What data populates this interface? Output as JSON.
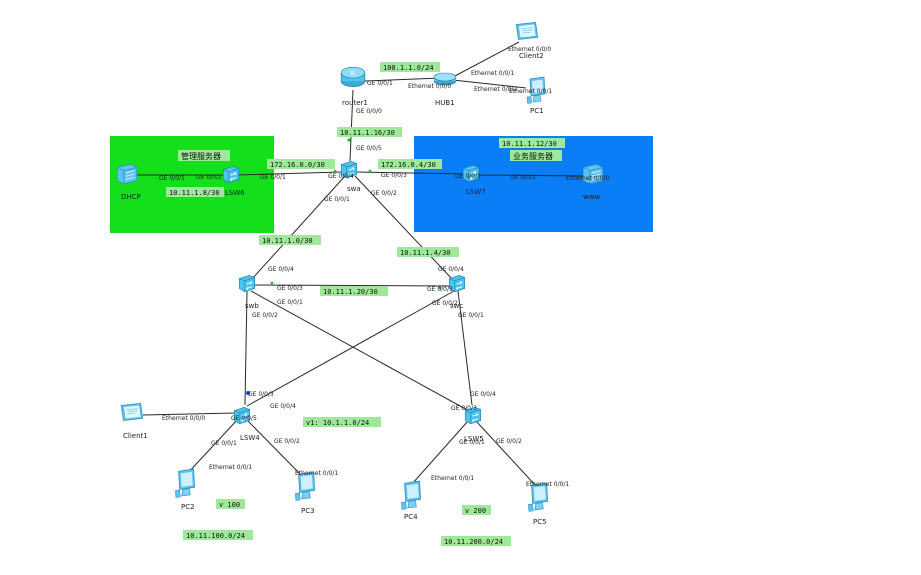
{
  "colors": {
    "mgmt_zone": "#13e01a",
    "biz_zone": "#0a7ef7",
    "net_label_bg": "#9ee89a",
    "switch": "#4fc3ec",
    "pc": "#5cc2ef"
  },
  "zones": {
    "mgmt_title": "管理服务器",
    "biz_title": "业务服务器"
  },
  "devices": {
    "router1": "router1",
    "hub1": "HUB1",
    "client2": "Client2",
    "pc1": "PC1",
    "dhcp": "DHCP",
    "lsw6": "LSW6",
    "lsw7": "LSW7",
    "www": "www",
    "swa": "swa",
    "swb": "swb",
    "swc": "swc",
    "lsw4": "LSW4",
    "lsw5": "LSW5",
    "client1": "Client1",
    "pc2": "PC2",
    "pc3": "PC3",
    "pc4": "PC4",
    "pc5": "PC5"
  },
  "networks": {
    "n100": "100.1.1.0/24",
    "n16": "10.11.1.16/30",
    "n12": "10.11.1.12/30",
    "n172_0": "172.16.0.0/30",
    "n172_4": "172.16.0.4/30",
    "n8": "10.11.1.8/30",
    "n0": "10.11.1.0/30",
    "n4": "10.11.1.4/30",
    "n20": "10.11.1.20/30",
    "v1": "v1: 10.1.1.0/24",
    "v100": "v 100",
    "v200": "v 200",
    "n100_24": "10.11.100.0/24",
    "n200_24": "10.11.200.0/24"
  },
  "ports": {
    "hub_eth00": "Ethernet 0/0/0",
    "r1_ge001": "GE 0/0/1",
    "c2_eth000": "Ethernet 0/0/0",
    "hub_eth01": "Ethernet 0/0/1",
    "hub_eth02": "Ethernet 0/0/2",
    "pc1_eth01": "Ethernet 0/0/1",
    "r1_ge000": "GE 0/0/0",
    "swa_ge005": "GE 0/0/5",
    "dhcp_ge001": "GE 0/0/1",
    "lsw6_ge002": "GE 0/0/2",
    "lsw6_ge001": "GE 0/0/1",
    "swa_ge004": "GE 0/0/4",
    "swa_ge003": "GE 0/0/3",
    "lsw7_ge001": "GE 0/0/1",
    "lsw7_ge002": "GE 0/0/2",
    "www_eth000": "Ethernet 0/0/0",
    "swa_ge001": "GE 0/0/1",
    "swa_ge002": "GE 0/0/2",
    "swb_ge004": "GE 0/0/4",
    "swb_ge003": "GE 0/0/3",
    "swb_ge001": "GE 0/0/1",
    "swb_ge002": "GE 0/0/2",
    "swc_ge004": "GE 0/0/4",
    "swc_ge003": "GE 0/0/3",
    "swc_ge002": "GE 0/0/2",
    "swc_ge001": "GE 0/0/1",
    "lsw4_ge003": "GE 0/0/3",
    "lsw4_ge004": "GE 0/0/4",
    "lsw4_ge001": "GE 0/0/1",
    "lsw4_ge002": "GE 0/0/2",
    "client1_eth000": "Ethernet 0/0/0",
    "lsw4_ge005": "GE 0/0/5",
    "pc2_eth001": "Ethernet 0/0/1",
    "pc3_eth001": "Ethernet 0/0/1",
    "lsw5_ge004": "GE 0/0/4",
    "lsw5_ge003": "GE 0/0/3",
    "lsw5_ge001": "GE 0/0/1",
    "lsw5_ge002": "GE 0/0/2",
    "pc4_eth001": "Ethernet 0/0/1",
    "pc5_eth001": "Ethernet 0/0/1"
  }
}
